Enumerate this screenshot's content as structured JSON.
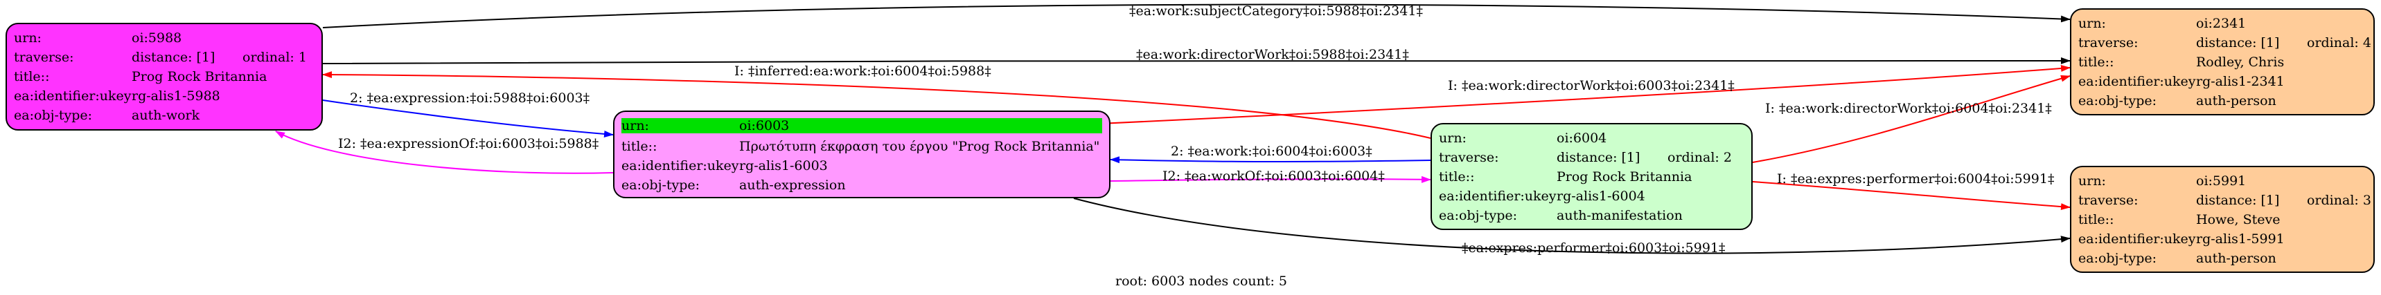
{
  "nodes": {
    "work": {
      "urn_k": "urn:",
      "urn": "oi:5988",
      "traverse_k": "traverse:",
      "distance": "distance: [1]",
      "ordinal": "ordinal: 1",
      "title_k": "title::",
      "title": "Prog Rock Britannia",
      "ukey_k": "ea:identifier:ukey",
      "ukey": "rg-alis1-5988",
      "type_k": "ea:obj-type:",
      "type": "auth-work",
      "color": "#ff33ff"
    },
    "expression": {
      "urn_k": "urn:",
      "urn": "oi:6003",
      "title_k": "title::",
      "title": "Πρωτότυπη έκφραση του έργου \"Prog Rock Britannia\"",
      "ukey_k": "ea:identifier:ukey",
      "ukey": "rg-alis1-6003",
      "type_k": "ea:obj-type:",
      "type": "auth-expression",
      "color": "#ff99ff",
      "highlight": "#00e000"
    },
    "manifestation": {
      "urn_k": "urn:",
      "urn": "oi:6004",
      "traverse_k": "traverse:",
      "distance": "distance: [1]",
      "ordinal": "ordinal: 2",
      "title_k": "title::",
      "title": "Prog Rock Britannia",
      "ukey_k": "ea:identifier:ukey",
      "ukey": "rg-alis1-6004",
      "type_k": "ea:obj-type:",
      "type": "auth-manifestation",
      "color": "#ccffcc"
    },
    "person2341": {
      "urn_k": "urn:",
      "urn": "oi:2341",
      "traverse_k": "traverse:",
      "distance": "distance: [1]",
      "ordinal": "ordinal: 4",
      "title_k": "title::",
      "title": "Rodley, Chris",
      "ukey_k": "ea:identifier:ukey",
      "ukey": "rg-alis1-2341",
      "type_k": "ea:obj-type:",
      "type": "auth-person",
      "color": "#ffcc99"
    },
    "person5991": {
      "urn_k": "urn:",
      "urn": "oi:5991",
      "traverse_k": "traverse:",
      "distance": "distance: [1]",
      "ordinal": "ordinal: 3",
      "title_k": "title::",
      "title": "Howe, Steve",
      "ukey_k": "ea:identifier:ukey",
      "ukey": "rg-alis1-5991",
      "type_k": "ea:obj-type:",
      "type": "auth-person",
      "color": "#ffcc99"
    }
  },
  "edges": [
    {
      "label": "‡ea:work:subjectCategory‡oi:5988‡oi:2341‡",
      "color": "#000000"
    },
    {
      "label": "‡ea:work:directorWork‡oi:5988‡oi:2341‡",
      "color": "#000000"
    },
    {
      "label": "I: ‡inferred:ea:work:‡oi:6004‡oi:5988‡",
      "color": "#ff0000"
    },
    {
      "label": "2: ‡ea:expression:‡oi:5988‡oi:6003‡",
      "color": "#0000ff"
    },
    {
      "label": "I2: ‡ea:expressionOf:‡oi:6003‡oi:5988‡",
      "color": "#ff00ff"
    },
    {
      "label": "I: ‡ea:work:directorWork‡oi:6003‡oi:2341‡",
      "color": "#ff0000"
    },
    {
      "label": "2: ‡ea:work:‡oi:6004‡oi:6003‡",
      "color": "#0000ff"
    },
    {
      "label": "I2: ‡ea:workOf:‡oi:6003‡oi:6004‡",
      "color": "#ff00ff"
    },
    {
      "label": "I: ‡ea:work:directorWork‡oi:6004‡oi:2341‡",
      "color": "#ff0000"
    },
    {
      "label": "I: ‡ea:expres:performer‡oi:6004‡oi:5991‡",
      "color": "#ff0000"
    },
    {
      "label": "‡ea:expres:performer‡oi:6003‡oi:5991‡",
      "color": "#000000"
    }
  ],
  "caption": "root: 6003 nodes count: 5"
}
